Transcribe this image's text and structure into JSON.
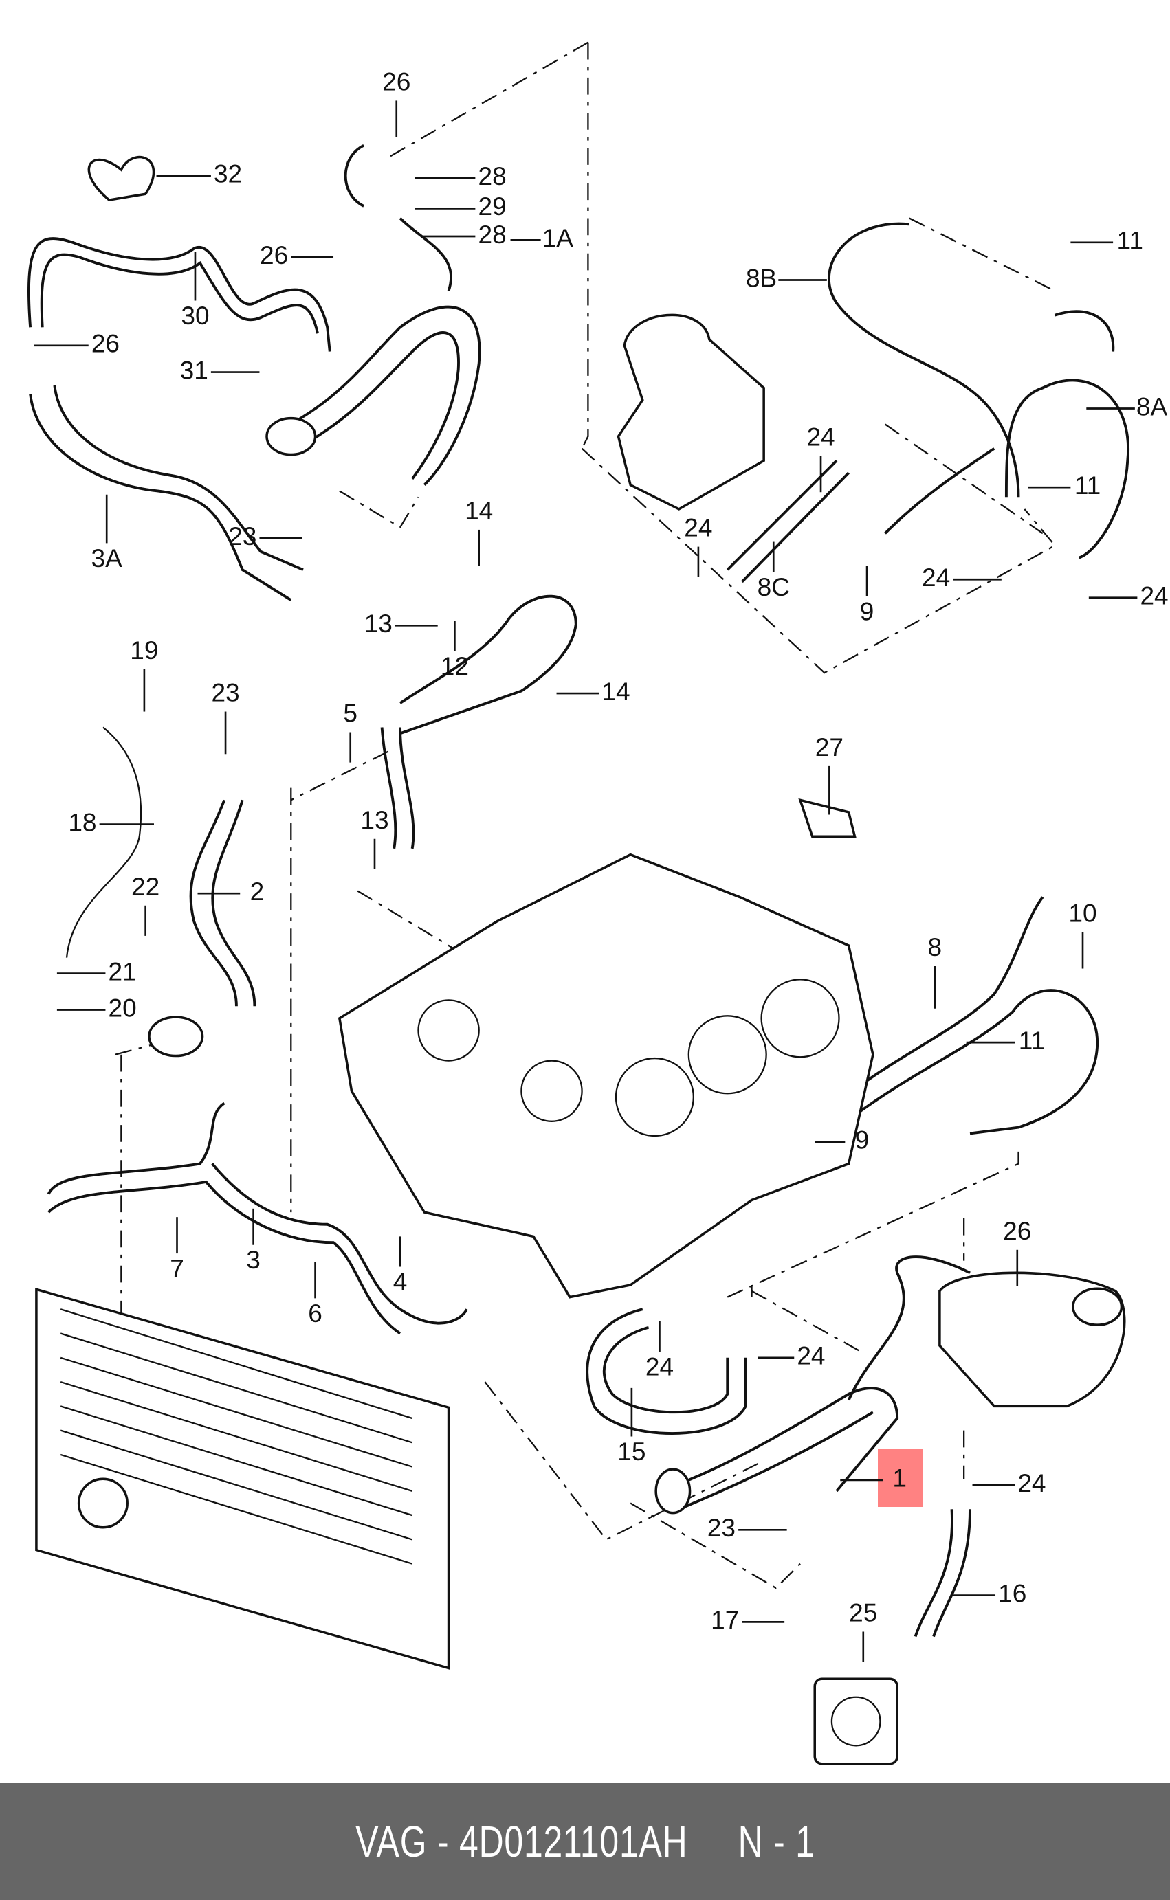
{
  "diagram": {
    "labels": [
      "26",
      "32",
      "28",
      "29",
      "28",
      "1A",
      "26",
      "30",
      "26",
      "31",
      "3A",
      "23",
      "14",
      "13",
      "12",
      "5",
      "14",
      "19",
      "23",
      "18",
      "2",
      "22",
      "21",
      "20",
      "13",
      "27",
      "11",
      "8B",
      "8A",
      "24",
      "11",
      "24",
      "8C",
      "9",
      "24",
      "24",
      "10",
      "8",
      "11",
      "9",
      "7",
      "3",
      "6",
      "4",
      "26",
      "24",
      "24",
      "15",
      "1",
      "24",
      "23",
      "16",
      "17",
      "25"
    ],
    "highlighted_label": "1",
    "highlight_color": "#ff8282"
  },
  "footer": {
    "text": "VAG - 4D0121101AH     N - 1",
    "background": "#666666"
  }
}
